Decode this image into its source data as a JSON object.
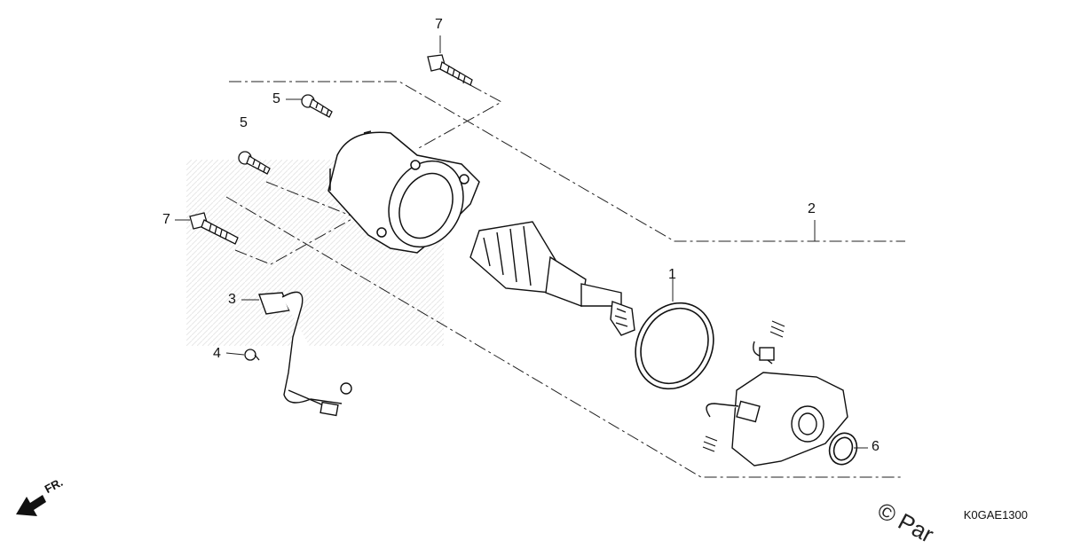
{
  "diagram": {
    "callouts": [
      {
        "id": "c7a",
        "text": "7"
      },
      {
        "id": "c5a",
        "text": "5"
      },
      {
        "id": "c5b",
        "text": "5"
      },
      {
        "id": "c7b",
        "text": "7"
      },
      {
        "id": "c3",
        "text": "3"
      },
      {
        "id": "c4",
        "text": "4"
      },
      {
        "id": "c2",
        "text": "2"
      },
      {
        "id": "c1",
        "text": "1"
      },
      {
        "id": "c6",
        "text": "6"
      }
    ],
    "code": "K0GAE1300",
    "direction_label": "FR.",
    "copyright_text": "© Par"
  }
}
